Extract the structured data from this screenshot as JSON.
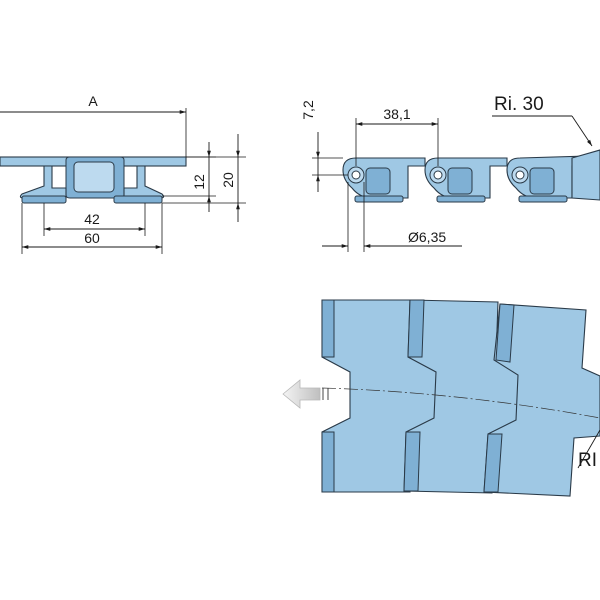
{
  "side_view": {
    "dim_width": "A",
    "dim_42": "42",
    "dim_60": "60",
    "dim_12": "12",
    "dim_20": "20"
  },
  "front_view": {
    "dim_thickness": "7,2",
    "dim_pitch": "38,1",
    "dim_radius": "Ri. 30",
    "dim_pin_diameter": "6,35",
    "diameter_symbol": "Ø"
  },
  "top_view": {
    "radius_label": "RI"
  },
  "colors": {
    "part": "#9fc8e4",
    "part_shadow": "#7fb0d4",
    "outline": "#2a3a48",
    "arrow": "#c8c8c8"
  }
}
